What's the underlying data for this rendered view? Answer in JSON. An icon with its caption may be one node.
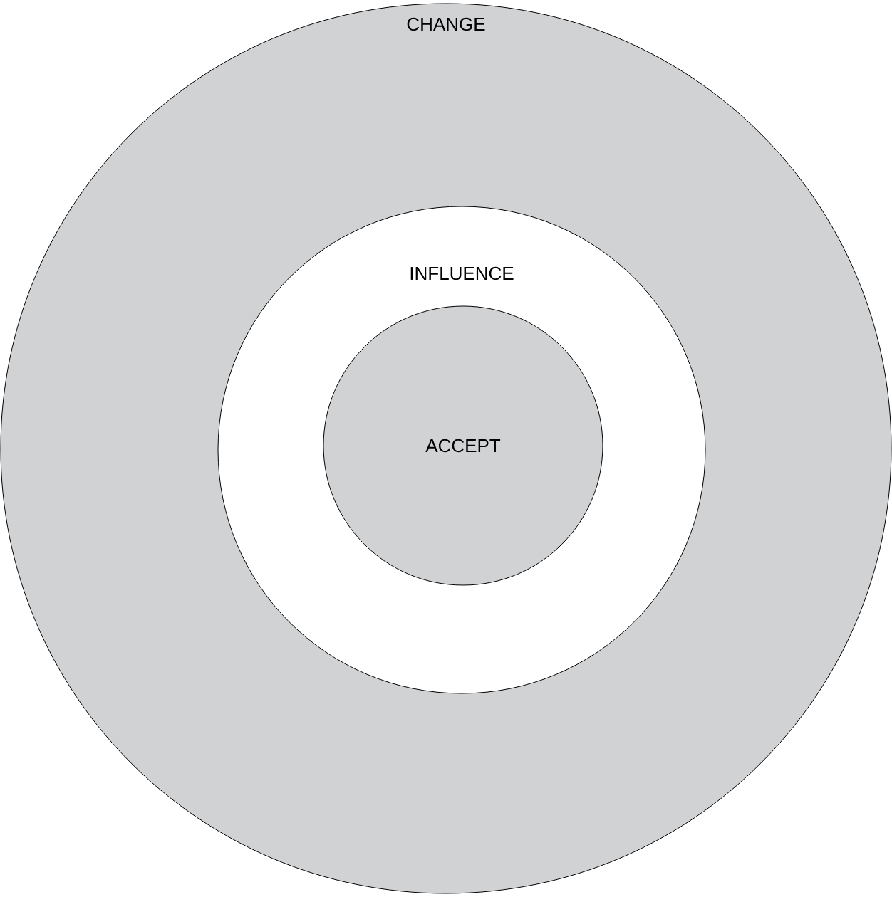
{
  "diagram": {
    "nodes": [
      {
        "text": [
          "CHANGE"
        ]
      },
      {
        "text": [
          "INFLUENCE"
        ],
        "in": 0
      },
      {
        "text": [
          "ACCEPT"
        ],
        "in": 1
      }
    ]
  }
}
